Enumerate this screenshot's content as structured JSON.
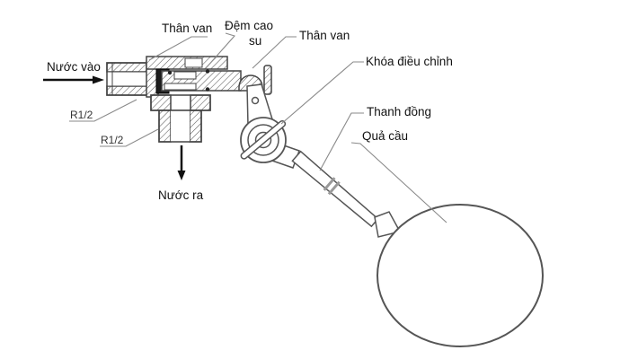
{
  "diagram": {
    "type": "technical-cross-section",
    "subject": "float valve (van phao) labeled diagram",
    "background": "#ffffff",
    "colors": {
      "outline": "#444444",
      "rod_outline": "#555555",
      "leader": "#8a8a8a",
      "seal_fill": "#1c1c1c",
      "arrow": "#111111",
      "text": "#111111"
    },
    "labels": {
      "valve_body_left": "Thân van",
      "rubber_gasket_line1": "Đệm cao",
      "rubber_gasket_line2": "su",
      "valve_body_right": "Thân van",
      "adjustment_lock": "Khóa điều chỉnh",
      "water_in": "Nước vào",
      "thread_inlet": "R1/2",
      "thread_outlet": "R1/2",
      "water_out": "Nước ra",
      "copper_rod": "Thanh đồng",
      "float_ball": "Quả cầu"
    }
  }
}
